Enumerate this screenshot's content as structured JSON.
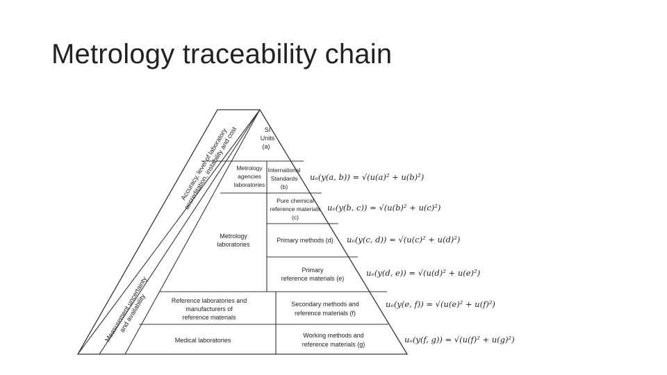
{
  "slide": {
    "title": "Metrology traceability chain"
  },
  "pyramid": {
    "side_labels": {
      "top": [
        "Accuracy, level of laboratory",
        "accreditation, instability and cost"
      ],
      "bottom": [
        "Measurement uncertainty",
        "and availability"
      ]
    },
    "apex": {
      "line1": "SI",
      "line2": "Units",
      "tag": "(a)"
    },
    "left_levels": {
      "metrology_agencies": [
        "Metrology",
        "agencies",
        "laboratories"
      ],
      "metrology_labs": [
        "Metrology",
        "laboratories"
      ],
      "reference_labs": [
        "Reference laboratories and",
        "manufacturers of",
        "reference materials"
      ],
      "medical_labs": [
        "Medical laboratories"
      ]
    },
    "right_levels": {
      "b": [
        "International",
        "Standards",
        "(b)"
      ],
      "c": [
        "Pure chemical",
        "reference materials",
        "(c)"
      ],
      "d": [
        "Primary methods (d)"
      ],
      "e": [
        "Primary",
        "reference materials (e)"
      ],
      "f": [
        "Secondary methods and",
        "reference materials (f)"
      ],
      "g": [
        "Working methods and",
        "reference materials (g)"
      ]
    },
    "equations": {
      "ab": "uₑ(y(a, b)) = √(u(a)² + u(b)²)",
      "bc": "uₑ(y(b, c)) = √(u(b)² + u(c)²)",
      "cd": "uₑ(y(c, d)) = √(u(c)² + u(d)²)",
      "de": "uₑ(y(d, e)) = √(u(d)² + u(e)²)",
      "ef": "uₑ(y(e, f)) = √(u(e)² + u(f)²)",
      "fg": "uₑ(y(f, g)) = √(u(f)² + u(g)²)"
    }
  }
}
